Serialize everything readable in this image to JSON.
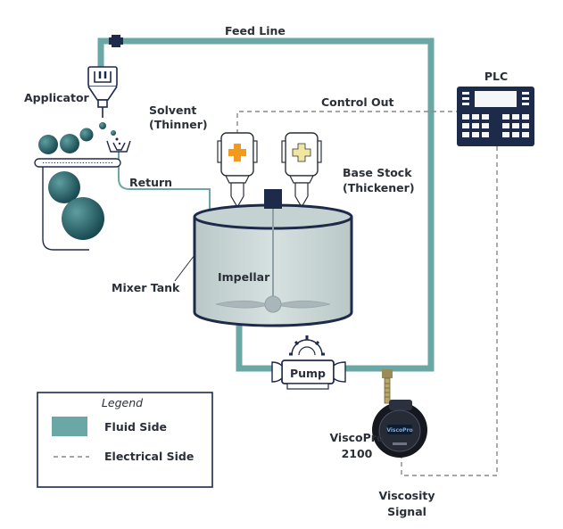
{
  "diagram": {
    "labels": {
      "feed_line": "Feed Line",
      "plc": "PLC",
      "applicator": "Applicator",
      "control_out": "Control Out",
      "solvent_line1": "Solvent",
      "solvent_line2": "(Thinner)",
      "base_line1": "Base Stock",
      "base_line2": "(Thickener)",
      "return": "Return",
      "impellar": "Impellar",
      "mixer_tank": "Mixer Tank",
      "pump": "Pump",
      "viscopro_line1": "ViscoPro",
      "viscopro_line2": "2100",
      "viscosity_line1": "Viscosity",
      "viscosity_line2": "Signal"
    },
    "legend": {
      "title": "Legend",
      "fluid_label": "Fluid Side",
      "electrical_label": "Electrical Side"
    },
    "colors": {
      "fluid": "#6aa7a5",
      "electrical": "#888888",
      "navy": "#1e2a4a",
      "tank_fill": "#c9d6d5",
      "ball_teal": "#1f5f66",
      "solvent_valve": "#f29a1f",
      "base_valve": "#f1e6a0"
    }
  }
}
